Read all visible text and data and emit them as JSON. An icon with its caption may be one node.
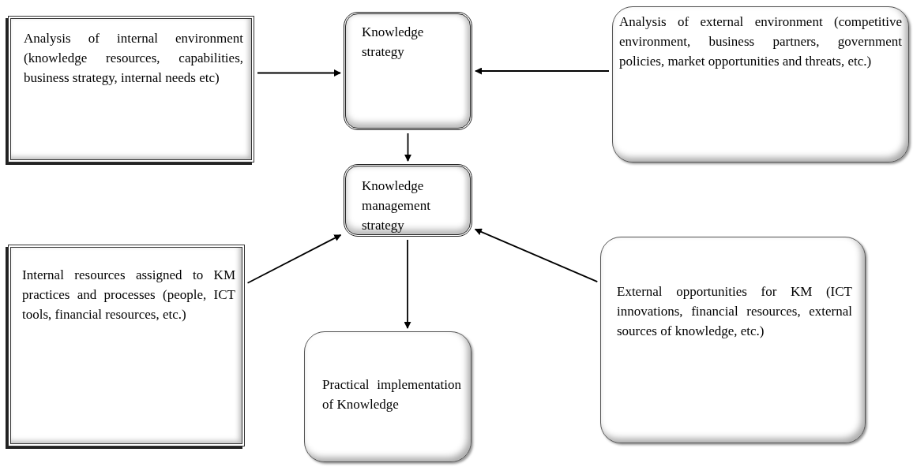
{
  "diagram": {
    "nodes": [
      {
        "text": [
          "Analysis of internal environment (knowledge resources, capabilities, business strategy, internal needs etc)"
        ]
      },
      {
        "text": [
          "Knowledge strategy"
        ]
      },
      {
        "text": [
          "Analysis of external environment (competitive environment, business partners, government policies, market opportunities and threats, etc.)"
        ]
      },
      {
        "text": [
          "Knowledge management strategy"
        ]
      },
      {
        "text": [
          "Internal resources assigned to KM practices and processes (people, ICT tools, financial resources, etc.)"
        ]
      },
      {
        "text": [
          "External opportunities for KM (ICT innovations, financial resources, external sources of knowledge, etc.)"
        ]
      },
      {
        "text": [
          "Practical implementation of Knowledge"
        ]
      }
    ],
    "edges": [
      {
        "from": 0,
        "to": 1,
        "arrow": "to"
      },
      {
        "from": 2,
        "to": 1,
        "arrow": "to"
      },
      {
        "from": 1,
        "to": 3,
        "arrow": "to"
      },
      {
        "from": 4,
        "to": 3,
        "arrow": "to"
      },
      {
        "from": 5,
        "to": 3,
        "arrow": "to"
      },
      {
        "from": 3,
        "to": 6,
        "arrow": "to"
      }
    ]
  }
}
